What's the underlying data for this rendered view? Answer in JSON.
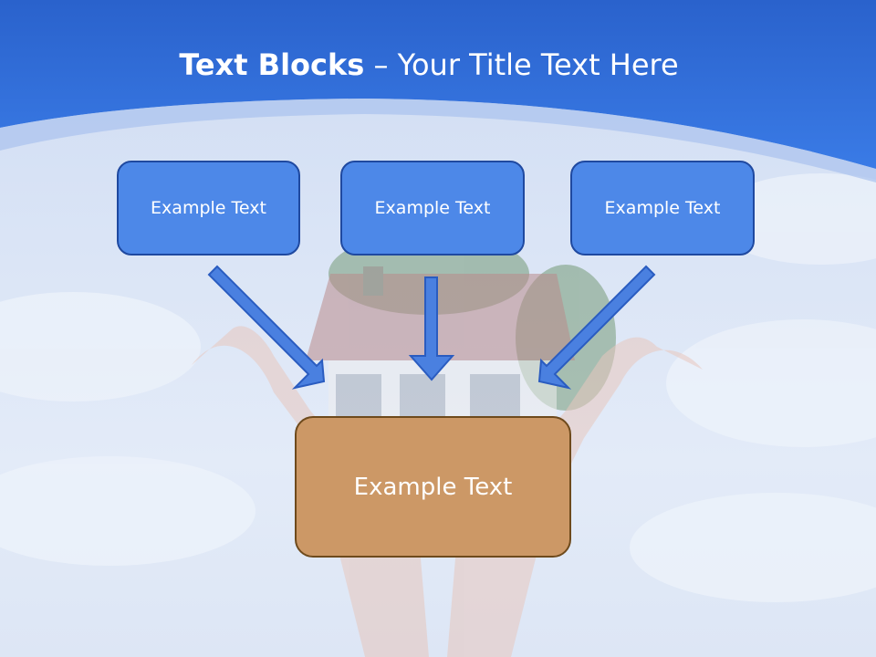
{
  "title": {
    "bold": "Text Blocks",
    "dash": " – ",
    "rest": "Your Title Text Here"
  },
  "boxes": {
    "left": "Example Text",
    "center": "Example Text",
    "right": "Example Text",
    "bottom": "Example Text"
  },
  "colors": {
    "header_blue": "#2f6fd8",
    "box_blue": "#4d88e8",
    "box_border": "#1f49a0",
    "box_brown": "#cc9866",
    "arrow_fill": "#4a80e0"
  }
}
